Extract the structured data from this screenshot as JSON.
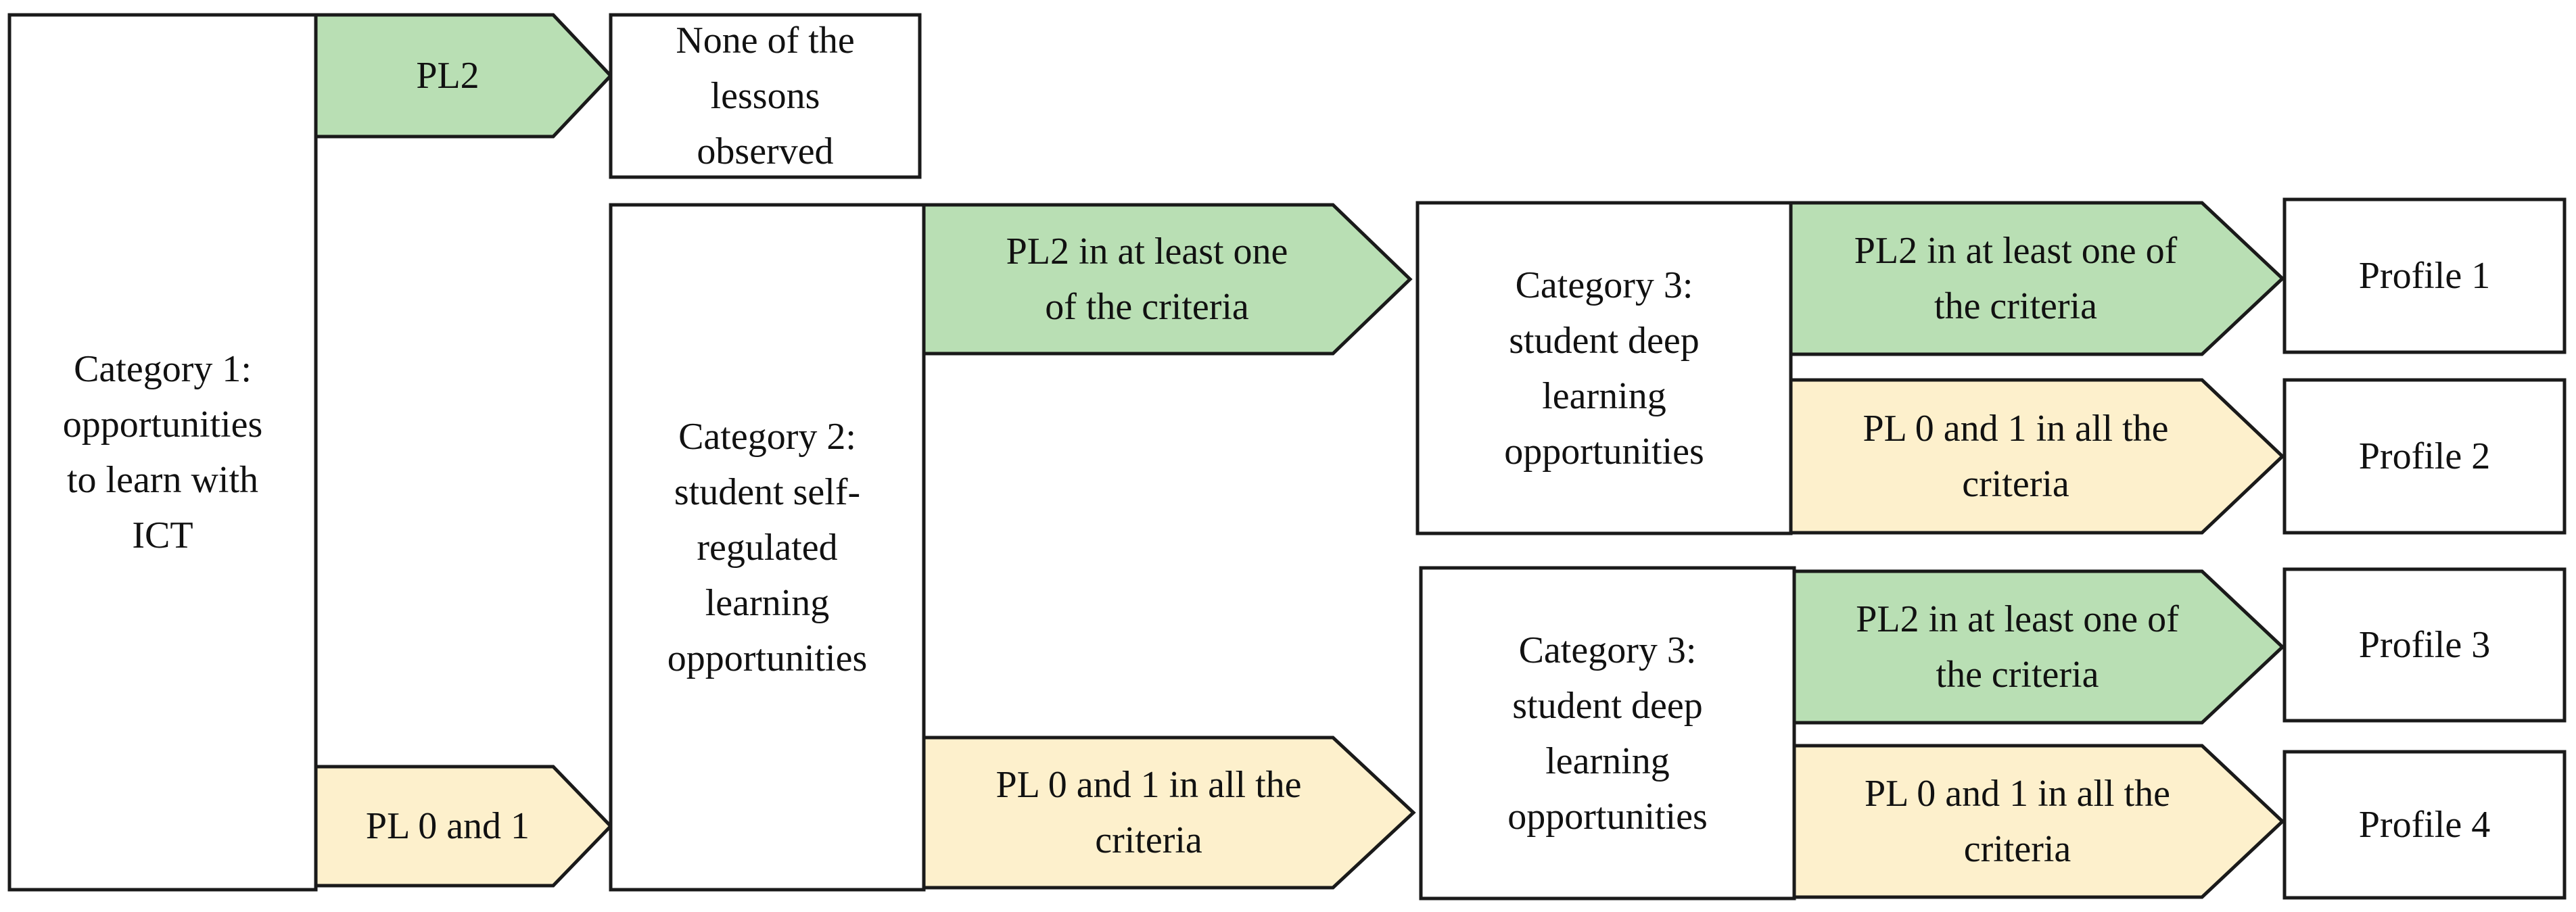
{
  "colors": {
    "green_fill": "#b9dfb4",
    "yellow_fill": "#fdf0cc",
    "box_fill": "#ffffff",
    "border": "#1a1a1a"
  },
  "category1": {
    "label": "Category 1:\nopportunities\nto learn with\nICT"
  },
  "pl2_arrow": {
    "label": "PL2"
  },
  "pl01_arrow": {
    "label": "PL 0 and 1"
  },
  "none_box": {
    "label": "None of the\nlessons\nobserved"
  },
  "category2": {
    "label": "Category 2:\nstudent self-\nregulated\nlearning\nopportunities"
  },
  "cat2_green_arrow": {
    "label": "PL2 in at least one\nof the criteria"
  },
  "cat2_yellow_arrow": {
    "label": "PL 0 and 1 in all the\ncriteria"
  },
  "category3_top": {
    "label": "Category 3:\nstudent deep\nlearning\nopportunities"
  },
  "category3_bottom": {
    "label": "Category 3:\nstudent deep\nlearning\nopportunities"
  },
  "cat3a_green_arrow": {
    "label": "PL2 in at least one of\nthe criteria"
  },
  "cat3a_yellow_arrow": {
    "label": "PL 0 and 1 in all the\ncriteria"
  },
  "cat3b_green_arrow": {
    "label": "PL2 in at least one of\nthe criteria"
  },
  "cat3b_yellow_arrow": {
    "label": "PL 0 and 1 in all the\ncriteria"
  },
  "profiles": [
    "Profile 1",
    "Profile 2",
    "Profile 3",
    "Profile 4"
  ]
}
